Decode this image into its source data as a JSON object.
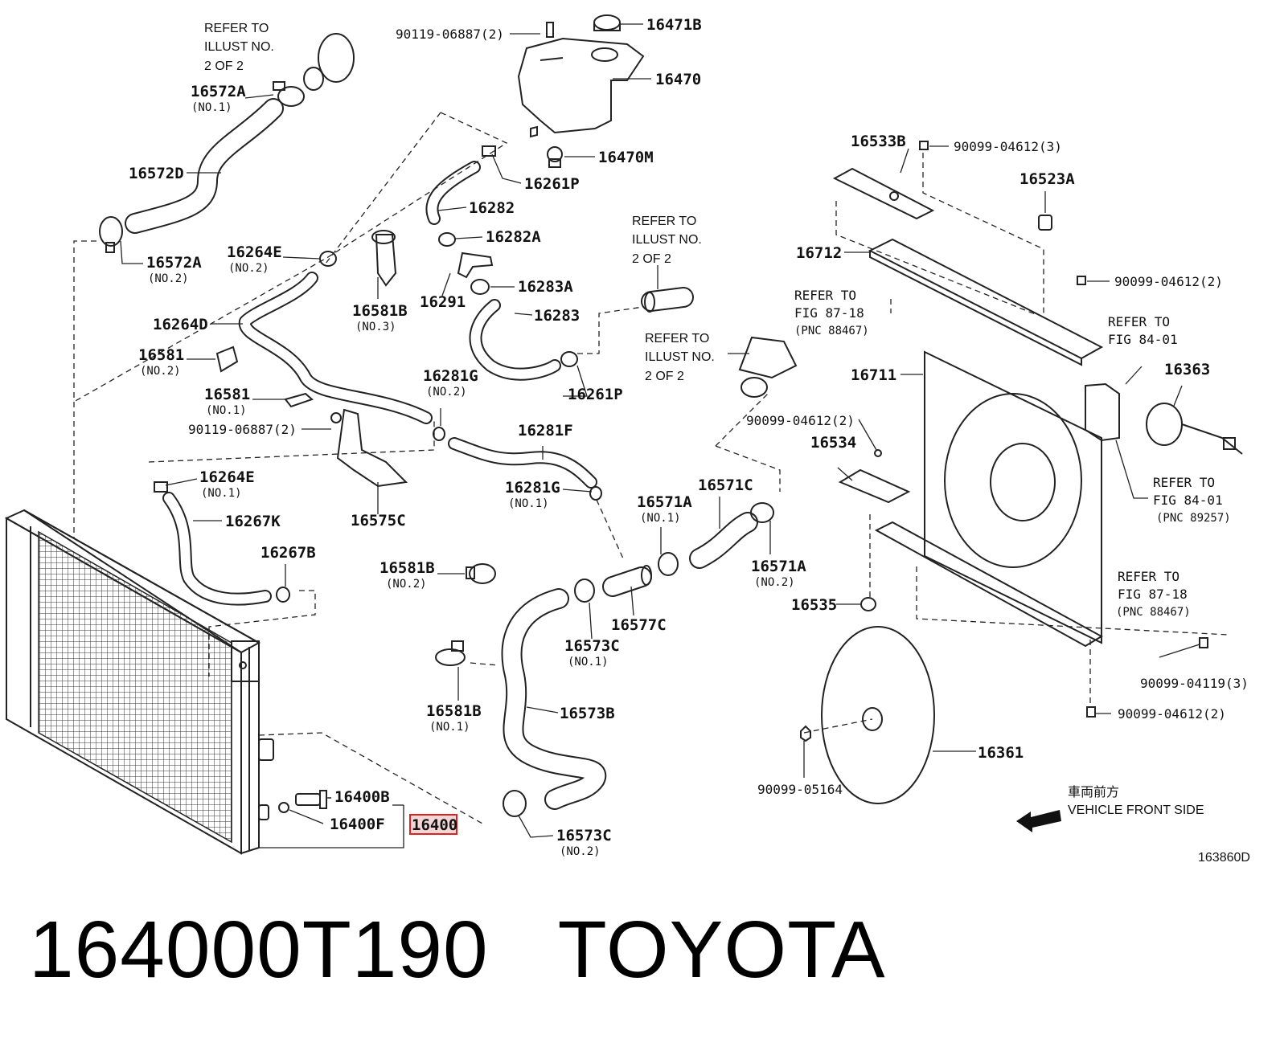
{
  "labels": {
    "l16572A_top": "16572A",
    "l16572A_top_sub": "(NO.1)",
    "l16572D": "16572D",
    "l16572A_bot": "16572A",
    "l16572A_bot_sub": "(NO.2)",
    "l90119_top": "90119-06887(2)",
    "l16471B": "16471B",
    "l16470": "16470",
    "l16470M": "16470M",
    "l16261P_top": "16261P",
    "l16282": "16282",
    "l16282A": "16282A",
    "l16264E_top": "16264E",
    "l16264E_top_sub": "(NO.2)",
    "l16581B_3": "16581B",
    "l16581B_3_sub": "(NO.3)",
    "l16291": "16291",
    "l16283A": "16283A",
    "l16283": "16283",
    "l16264D": "16264D",
    "l16581_2": "16581",
    "l16581_2_sub": "(NO.2)",
    "l16261P_bot": "16261P",
    "l16281G_top": "16281G",
    "l16281G_top_sub": "(NO.2)",
    "l16581_1": "16581",
    "l16581_1_sub": "(NO.1)",
    "l90119_mid": "90119-06887(2)",
    "l16281F": "16281F",
    "l16264E_bot": "16264E",
    "l16264E_bot_sub": "(NO.1)",
    "l16281G_bot": "16281G",
    "l16281G_bot_sub": "(NO.1)",
    "l16575C": "16575C",
    "l16267K": "16267K",
    "l16267B": "16267B",
    "l16571C": "16571C",
    "l16571A_1": "16571A",
    "l16571A_1_sub": "(NO.1)",
    "l16571A_2": "16571A",
    "l16571A_2_sub": "(NO.2)",
    "l16581B_2": "16581B",
    "l16581B_2_sub": "(NO.2)",
    "l16577C": "16577C",
    "l16573C_1": "16573C",
    "l16573C_1_sub": "(NO.1)",
    "l16581B_1": "16581B",
    "l16581B_1_sub": "(NO.1)",
    "l16573B": "16573B",
    "l16400B": "16400B",
    "l16400F": "16400F",
    "l16400": "16400",
    "l16573C_2": "16573C",
    "l16573C_2_sub": "(NO.2)",
    "l16533B": "16533B",
    "l90099_04612_3": "90099-04612(3)",
    "l16523A": "16523A",
    "l16712": "16712",
    "l90099_04612_2a": "90099-04612(2)",
    "l16711": "16711",
    "l16363": "16363",
    "l90099_04612_2b": "90099-04612(2)",
    "l16534": "16534",
    "l16535": "16535",
    "l90099_04119": "90099-04119(3)",
    "l90099_04612_2c": "90099-04612(2)",
    "l16361": "16361",
    "l90099_05164": "90099-05164"
  },
  "refers": {
    "r_illust_top": [
      "REFER TO",
      "ILLUST NO.",
      "2 OF 2"
    ],
    "r_illust_mid": [
      "REFER TO",
      "ILLUST NO.",
      "2 OF 2"
    ],
    "r_illust_thermo": [
      "REFER TO",
      "ILLUST NO.",
      "2 OF 2"
    ],
    "r_fig8718_top": [
      "REFER TO",
      "FIG 87-18",
      "(PNC 88467)"
    ],
    "r_fig8401_top": [
      "REFER TO",
      "FIG 84-01"
    ],
    "r_fig8401_bot": [
      "REFER TO",
      "FIG 84-01",
      "(PNC 89257)"
    ],
    "r_fig8718_bot": [
      "REFER TO",
      "FIG 87-18",
      "(PNC 88467)"
    ]
  },
  "front": {
    "japanese": "車両前方",
    "english": "VEHICLE FRONT SIDE"
  },
  "illustration_code": "163860D",
  "highlighted_part": "16400",
  "caption": {
    "part_number": "164000T190",
    "brand": "TOYOTA"
  },
  "colors": {
    "highlight_stroke": "#dd2222",
    "highlight_fill": "#f3d6d6",
    "line": "#222222"
  }
}
